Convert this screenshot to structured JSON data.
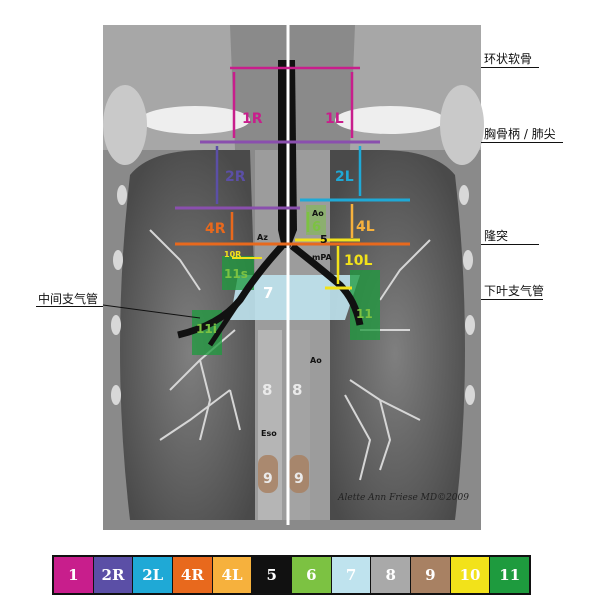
{
  "side_labels": {
    "cricoid": "环状软骨",
    "manubrium": "胸骨柄 / 肺尖",
    "carina": "隆突",
    "lower_lobe_bronchus": "下叶支气管",
    "bronchus_intermedius": "中间支气管"
  },
  "anatomy_labels": {
    "az": "Az",
    "ao_upper": "Ao",
    "ao_lower": "Ao",
    "mpa": "mPA",
    "eso": "Eso",
    "signature": "Alette Ann Friese MD©2009"
  },
  "station_labels": {
    "s1r": "1R",
    "s1l": "1L",
    "s2r": "2R",
    "s2l": "2L",
    "s4r": "4R",
    "s4l": "4L",
    "s10r": "10R",
    "s10l": "10L",
    "s11s": "11s",
    "s11i": "11i",
    "s11l": "11",
    "s5": "5",
    "s6": "6",
    "s7": "7",
    "s8a": "8",
    "s8b": "8",
    "s9a": "9",
    "s9b": "9"
  },
  "legend": [
    {
      "label": "1",
      "bg": "#c81e8c",
      "fg": "#ffffff"
    },
    {
      "label": "2R",
      "bg": "#5b4fa6",
      "fg": "#ffffff"
    },
    {
      "label": "2L",
      "bg": "#1fa9d6",
      "fg": "#ffffff"
    },
    {
      "label": "4R",
      "bg": "#e8691d",
      "fg": "#ffffff"
    },
    {
      "label": "4L",
      "bg": "#f6b13d",
      "fg": "#ffffff"
    },
    {
      "label": "5",
      "bg": "#111111",
      "fg": "#ffffff"
    },
    {
      "label": "6",
      "bg": "#7cc242",
      "fg": "#ffffff"
    },
    {
      "label": "7",
      "bg": "#bfe3ee",
      "fg": "#ffffff"
    },
    {
      "label": "8",
      "bg": "#a9a9a9",
      "fg": "#ffffff"
    },
    {
      "label": "9",
      "bg": "#a88163",
      "fg": "#ffffff"
    },
    {
      "label": "10",
      "bg": "#f2e21a",
      "fg": "#ffffff"
    },
    {
      "label": "11",
      "bg": "#1e9b3e",
      "fg": "#ffffff"
    }
  ]
}
